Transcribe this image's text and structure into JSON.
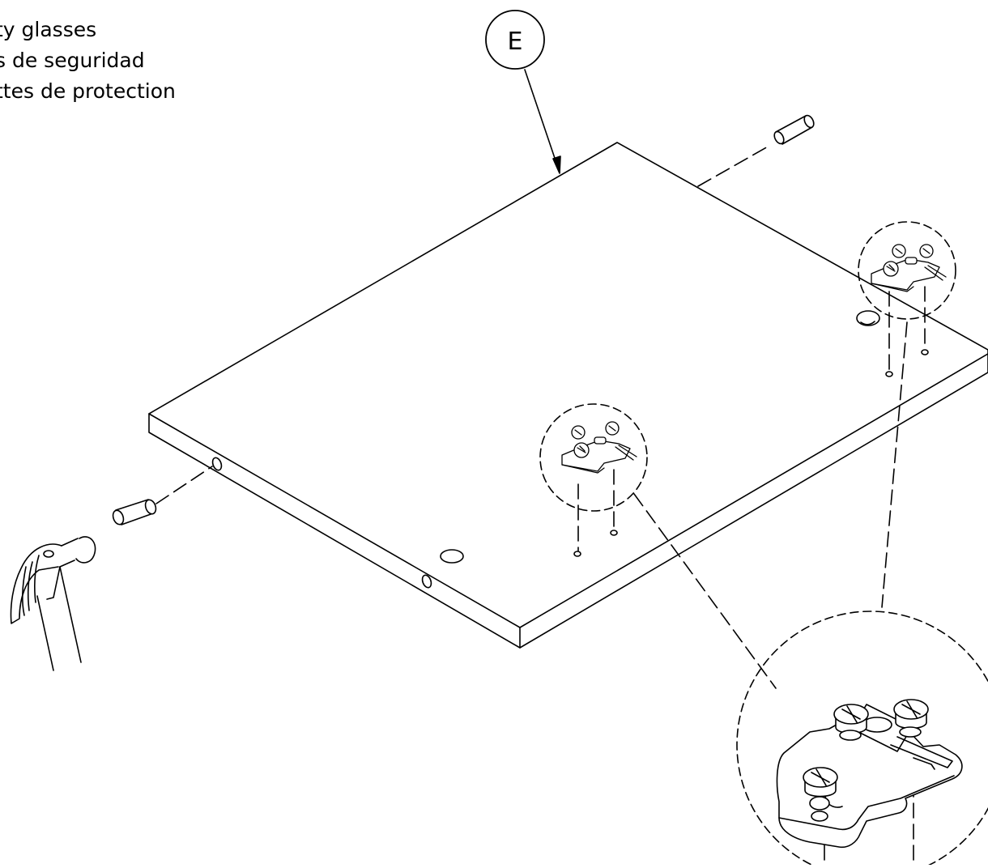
{
  "warnings": {
    "en": "ty glasses",
    "es": "s de seguridad",
    "fr": "ttes de protection"
  },
  "part_callout": {
    "label": "E"
  },
  "colors": {
    "line": "#000000",
    "fill": "#ffffff"
  },
  "icons": [
    "hammer-icon",
    "dowel-icon",
    "hinge-plate-icon"
  ]
}
